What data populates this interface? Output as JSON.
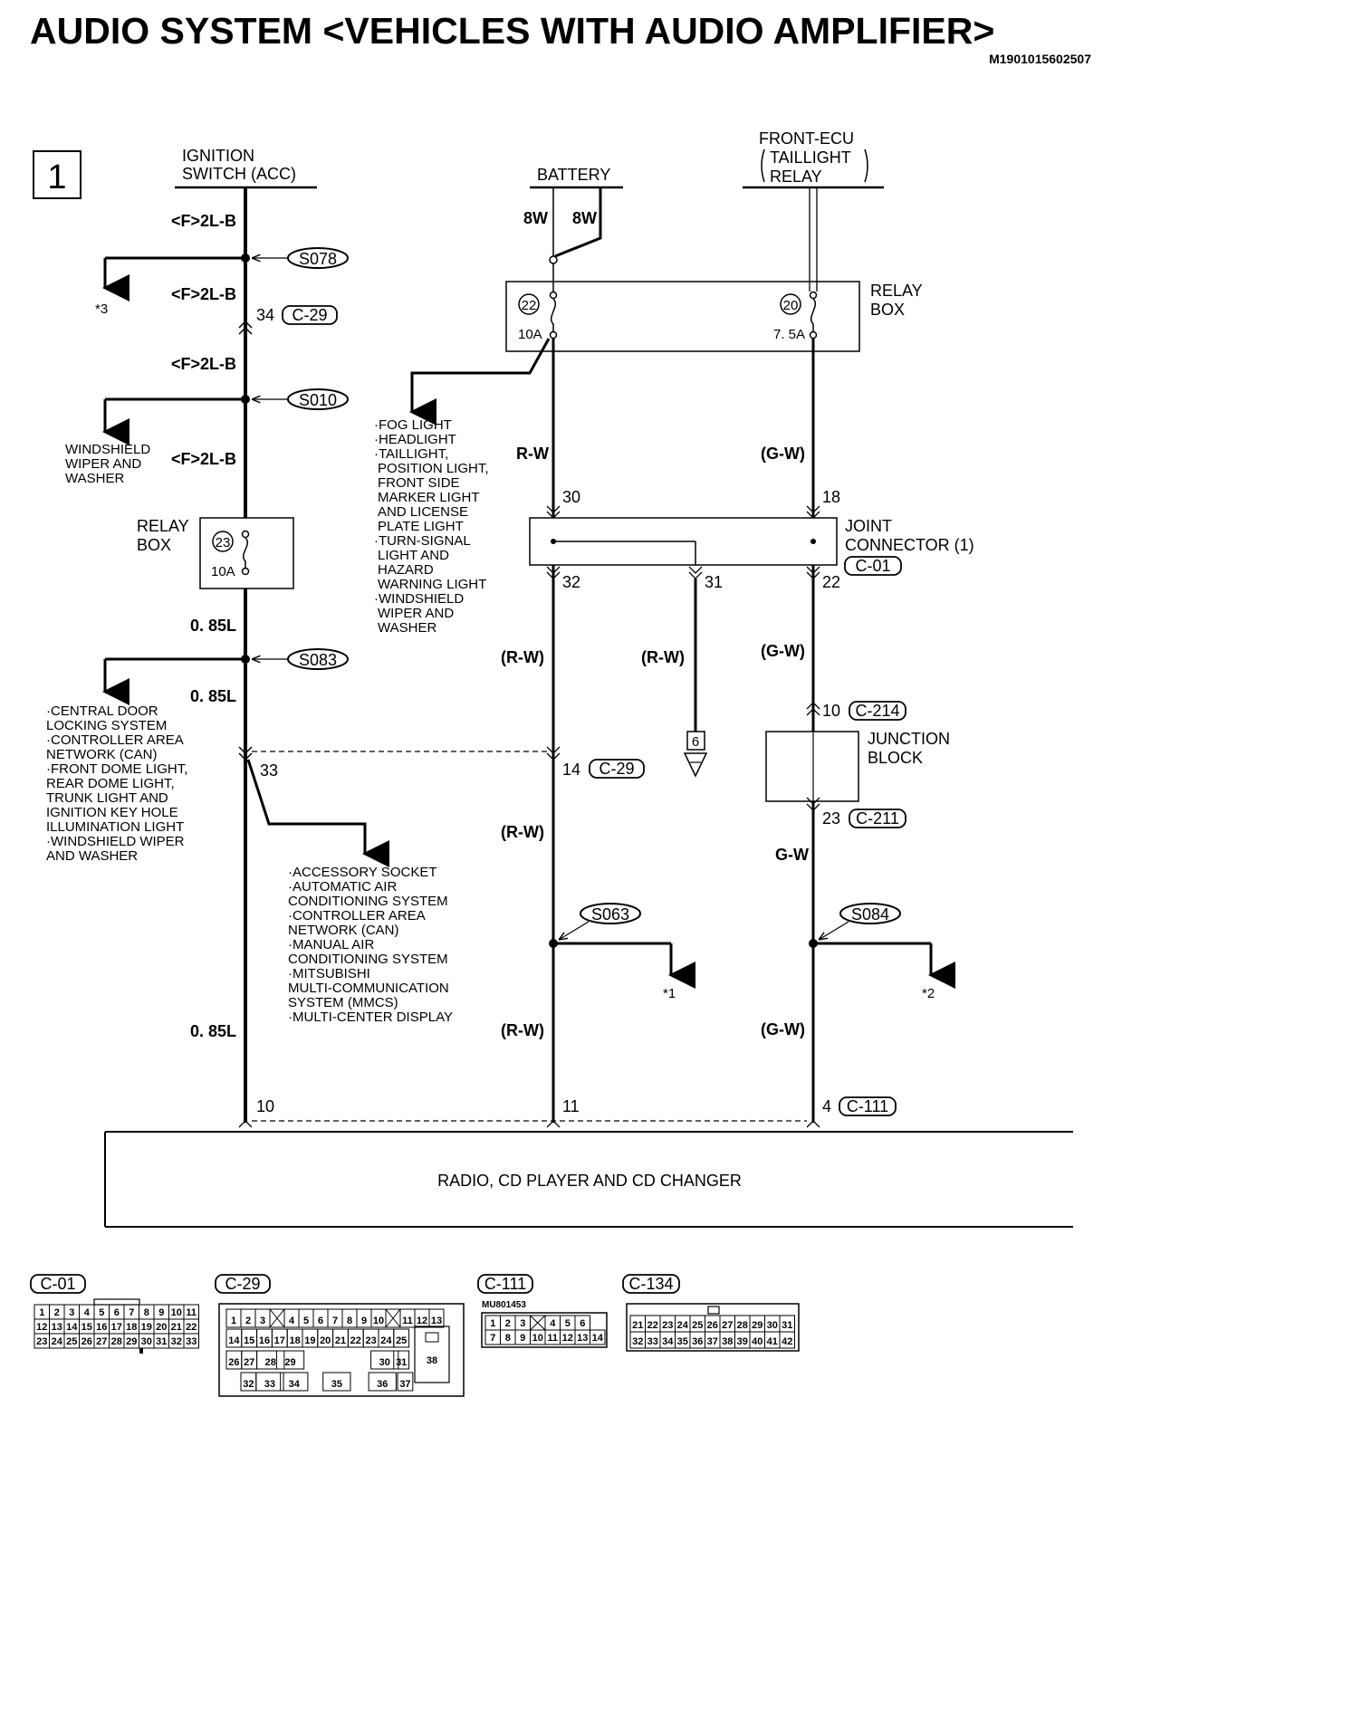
{
  "title": "AUDIO SYSTEM <VEHICLES WITH AUDIO AMPLIFIER>",
  "doc_id": "M1901015602507",
  "sheet_number": "1",
  "sources": {
    "ignition": [
      "IGNITION",
      "SWITCH (ACC)"
    ],
    "battery": "BATTERY",
    "front_ecu": [
      "FRONT-ECU",
      "TAILLIGHT",
      "RELAY"
    ]
  },
  "wire_labels": {
    "f2lb": "<F>2L-B",
    "w085": "0. 85L",
    "w8w": "8W",
    "rw": "R-W",
    "rw_paren": "(R-W)",
    "gw": "G-W",
    "gw_paren": "(G-W)"
  },
  "splices": {
    "s078": "S078",
    "s010": "S010",
    "s083": "S083",
    "s063": "S063",
    "s084": "S084"
  },
  "connectors": {
    "c29": "C-29",
    "c01": "C-01",
    "c214": "C-214",
    "c211": "C-211",
    "c111": "C-111",
    "c134": "C-134"
  },
  "pins": {
    "p34": "34",
    "p33": "33",
    "p10": "10",
    "p30": "30",
    "p32": "32",
    "p31": "31",
    "p14": "14",
    "p11": "11",
    "p18": "18",
    "p22": "22",
    "p10b": "10",
    "p23": "23",
    "p4": "4"
  },
  "relay_box_label": [
    "RELAY",
    "BOX"
  ],
  "fuses": {
    "f22": "22",
    "f22_rating": "10A",
    "f20": "20",
    "f20_rating": "7. 5A",
    "f23": "23",
    "f23_rating": "10A"
  },
  "joint_connector_label": "JOINT",
  "joint_connector_label2": "CONNECTOR (1)",
  "junction_block_label": [
    "JUNCTION",
    "BLOCK"
  ],
  "refs": {
    "r1": "*1",
    "r2": "*2",
    "r3": "*3",
    "ground_ref": "6"
  },
  "destinations": {
    "windshield": [
      "WINDSHIELD",
      "WIPER AND",
      "WASHER"
    ],
    "fuse22_loads": [
      "·FOG LIGHT",
      "·HEADLIGHT",
      "·TAILLIGHT,",
      "POSITION LIGHT,",
      "FRONT SIDE",
      "MARKER LIGHT",
      "AND LICENSE",
      "PLATE LIGHT",
      "·TURN-SIGNAL",
      "LIGHT AND",
      "HAZARD",
      "WARNING LIGHT",
      "·WINDSHIELD",
      "WIPER AND",
      "WASHER"
    ],
    "s083_loads": [
      "·CENTRAL DOOR",
      "LOCKING SYSTEM",
      "·CONTROLLER AREA",
      "NETWORK (CAN)",
      "·FRONT DOME LIGHT,",
      "REAR DOME LIGHT,",
      "TRUNK LIGHT AND",
      "IGNITION KEY HOLE",
      "ILLUMINATION LIGHT",
      "·WINDSHIELD WIPER",
      "AND WASHER"
    ],
    "pin33_loads": [
      "·ACCESSORY SOCKET",
      "·AUTOMATIC AIR",
      "CONDITIONING SYSTEM",
      "·CONTROLLER AREA",
      "NETWORK (CAN)",
      "·MANUAL AIR",
      "CONDITIONING SYSTEM",
      "·MITSUBISHI",
      "MULTI-COMMUNICATION",
      "SYSTEM (MMCS)",
      "·MULTI-CENTER DISPLAY"
    ]
  },
  "radio_label": "RADIO, CD PLAYER AND CD CHANGER",
  "connector_views": {
    "c01_rows": [
      [
        "1",
        "2",
        "3",
        "4",
        "5",
        "6",
        "7",
        "8",
        "9",
        "10",
        "11"
      ],
      [
        "12",
        "13",
        "14",
        "15",
        "16",
        "17",
        "18",
        "19",
        "20",
        "21",
        "22"
      ],
      [
        "23",
        "24",
        "25",
        "26",
        "27",
        "28",
        "29",
        "30",
        "31",
        "32",
        "33"
      ]
    ],
    "c29_rows": [
      [
        "1",
        "2",
        "3",
        "",
        "4",
        "5",
        "6",
        "7",
        "8",
        "9",
        "10",
        "",
        "11",
        "12",
        "13"
      ],
      [
        "14",
        "15",
        "16",
        "17",
        "18",
        "19",
        "20",
        "21",
        "22",
        "23",
        "24",
        "25"
      ],
      [
        "26",
        "27",
        "28",
        "29",
        "30",
        "31"
      ],
      [
        "32",
        "33",
        "34",
        "35",
        "36",
        "37"
      ]
    ],
    "c29_big": "38",
    "c111_part": "MU801453",
    "c111_rows": [
      [
        "1",
        "2",
        "3",
        "",
        "4",
        "5",
        "6"
      ],
      [
        "7",
        "8",
        "9",
        "10",
        "11",
        "12",
        "13",
        "14"
      ]
    ],
    "c134_rows": [
      [
        "21",
        "22",
        "23",
        "24",
        "25",
        "26",
        "27",
        "28",
        "29",
        "30",
        "31"
      ],
      [
        "32",
        "33",
        "34",
        "35",
        "36",
        "37",
        "38",
        "39",
        "40",
        "41",
        "42"
      ]
    ]
  }
}
